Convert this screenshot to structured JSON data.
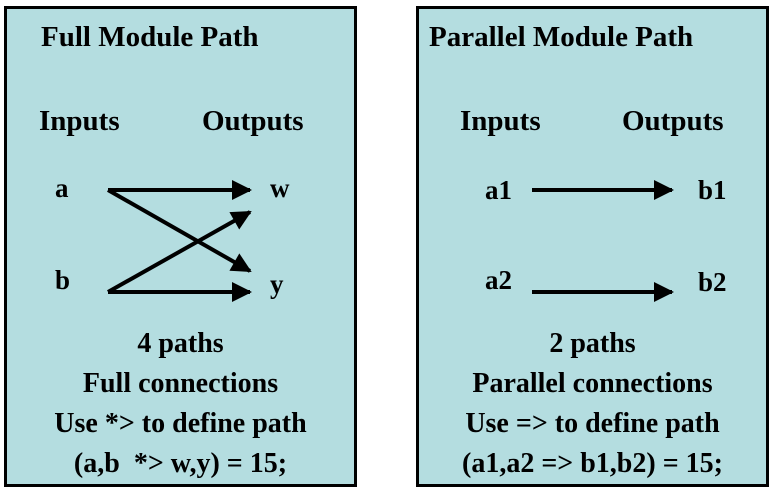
{
  "full": {
    "title": "Full Module Path",
    "inputs_label": "Inputs",
    "outputs_label": "Outputs",
    "inputs": [
      "a",
      "b"
    ],
    "outputs": [
      "w",
      "y"
    ],
    "paths": "4 paths",
    "connections": "Full connections",
    "define": "Use *> to define path",
    "example": "(a,b  *> w,y) = 15;"
  },
  "parallel": {
    "title": "Parallel Module Path",
    "inputs_label": "Inputs",
    "outputs_label": "Outputs",
    "inputs": [
      "a1",
      "a2"
    ],
    "outputs": [
      "b1",
      "b2"
    ],
    "paths": "2 paths",
    "connections": "Parallel connections",
    "define": "Use => to define path",
    "example": "(a1,a2 => b1,b2) = 15;"
  },
  "colors": {
    "panel_bg": "#b4dde0",
    "border": "#000000"
  }
}
